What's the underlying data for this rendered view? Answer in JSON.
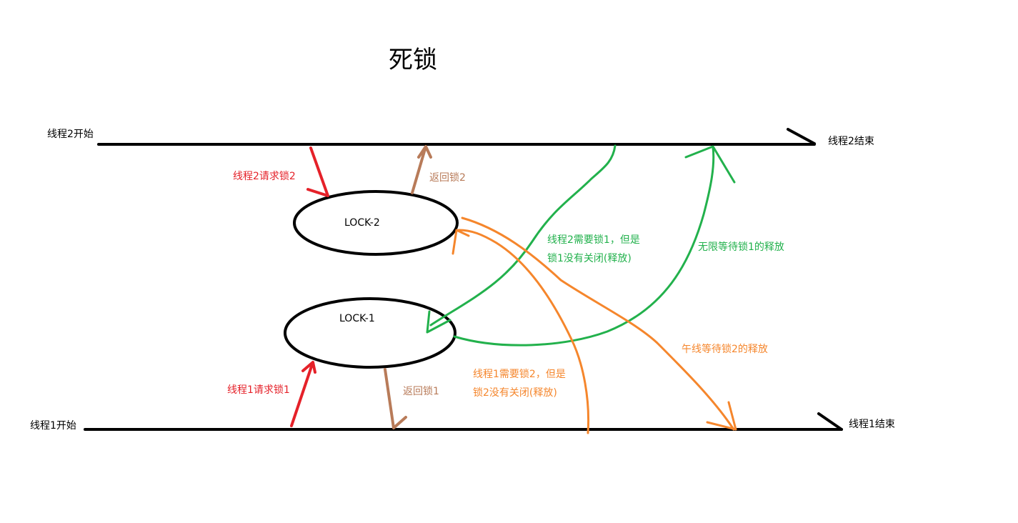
{
  "title": "死锁",
  "colors": {
    "black": "#000000",
    "red": "#e52129",
    "brown": "#b87b59",
    "green": "#22b14c",
    "orange": "#f5862c"
  },
  "thread2": {
    "start_label": "线程2开始",
    "end_label": "线程2结束",
    "request_label": "线程2请求锁2",
    "return_label": "返回锁2",
    "needs_label_line1": "线程2需要锁1，但是",
    "needs_label_line2": "锁1没有关闭(释放)",
    "wait_label": "无限等待锁1的释放"
  },
  "thread1": {
    "start_label": "线程1开始",
    "end_label": "线程1结束",
    "request_label": "线程1请求锁1",
    "return_label": "返回锁1",
    "needs_label_line1": "线程1需要锁2，但是",
    "needs_label_line2": "锁2没有关闭(释放)",
    "wait_label": "午线等待锁2的释放"
  },
  "locks": {
    "lock2": "LOCK-2",
    "lock1": "LOCK-1"
  }
}
